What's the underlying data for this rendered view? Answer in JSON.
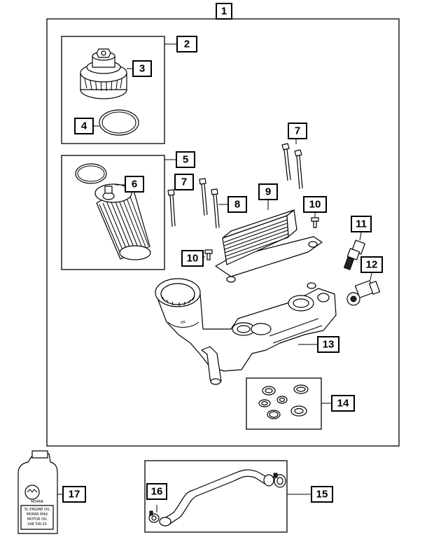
{
  "callouts": {
    "c1": "1",
    "c2": "2",
    "c3": "3",
    "c4": "4",
    "c5": "5",
    "c6": "6",
    "c7a": "7",
    "c7b": "7",
    "c8": "8",
    "c9": "9",
    "c10a": "10",
    "c10b": "10",
    "c11": "11",
    "c12": "12",
    "c13": "13",
    "c14": "14",
    "c15": "15",
    "c16": "16",
    "c17": "17"
  },
  "bottle_label": {
    "brand": "MOPAR",
    "lines": [
      "5L ENGINE OIL",
      "MOPAR MAX",
      "MOTOR OIL",
      "SAE 5W-20"
    ]
  }
}
